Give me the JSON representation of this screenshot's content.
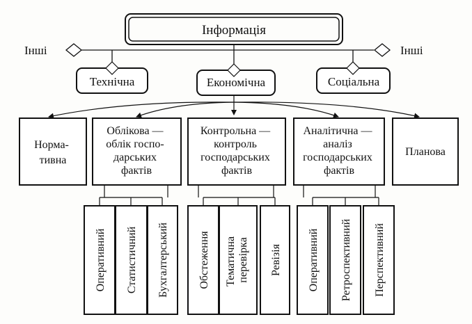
{
  "root": {
    "label": "Інформація"
  },
  "side_labels": {
    "left": "Інші",
    "right": "Інші"
  },
  "level2": [
    {
      "id": "tech",
      "label": "Технічна"
    },
    {
      "id": "econ",
      "label": "Економічна"
    },
    {
      "id": "soc",
      "label": "Соціальна"
    }
  ],
  "level3": [
    {
      "id": "norm",
      "lines": [
        "Норма-",
        "тивна"
      ]
    },
    {
      "id": "oblik",
      "lines": [
        "Облікова —",
        "облік госпо-",
        "дарських",
        "фактів"
      ]
    },
    {
      "id": "kontrol",
      "lines": [
        "Контрольна —",
        "контроль",
        "господарських",
        "фактів"
      ]
    },
    {
      "id": "analit",
      "lines": [
        "Аналітична —",
        "аналіз",
        "господарських",
        "фактів"
      ]
    },
    {
      "id": "plan",
      "lines": [
        "Планова"
      ]
    }
  ],
  "level4": {
    "oblik": [
      [
        "Оперативний"
      ],
      [
        "Статистичний"
      ],
      [
        "Бухгалтерський"
      ]
    ],
    "kontrol": [
      [
        "Обстеження"
      ],
      [
        "Тематична",
        "перевірка"
      ],
      [
        "Ревізія"
      ]
    ],
    "analit": [
      [
        "Оперативний"
      ],
      [
        "Ретроспективний"
      ],
      [
        "Перспективний"
      ]
    ]
  }
}
